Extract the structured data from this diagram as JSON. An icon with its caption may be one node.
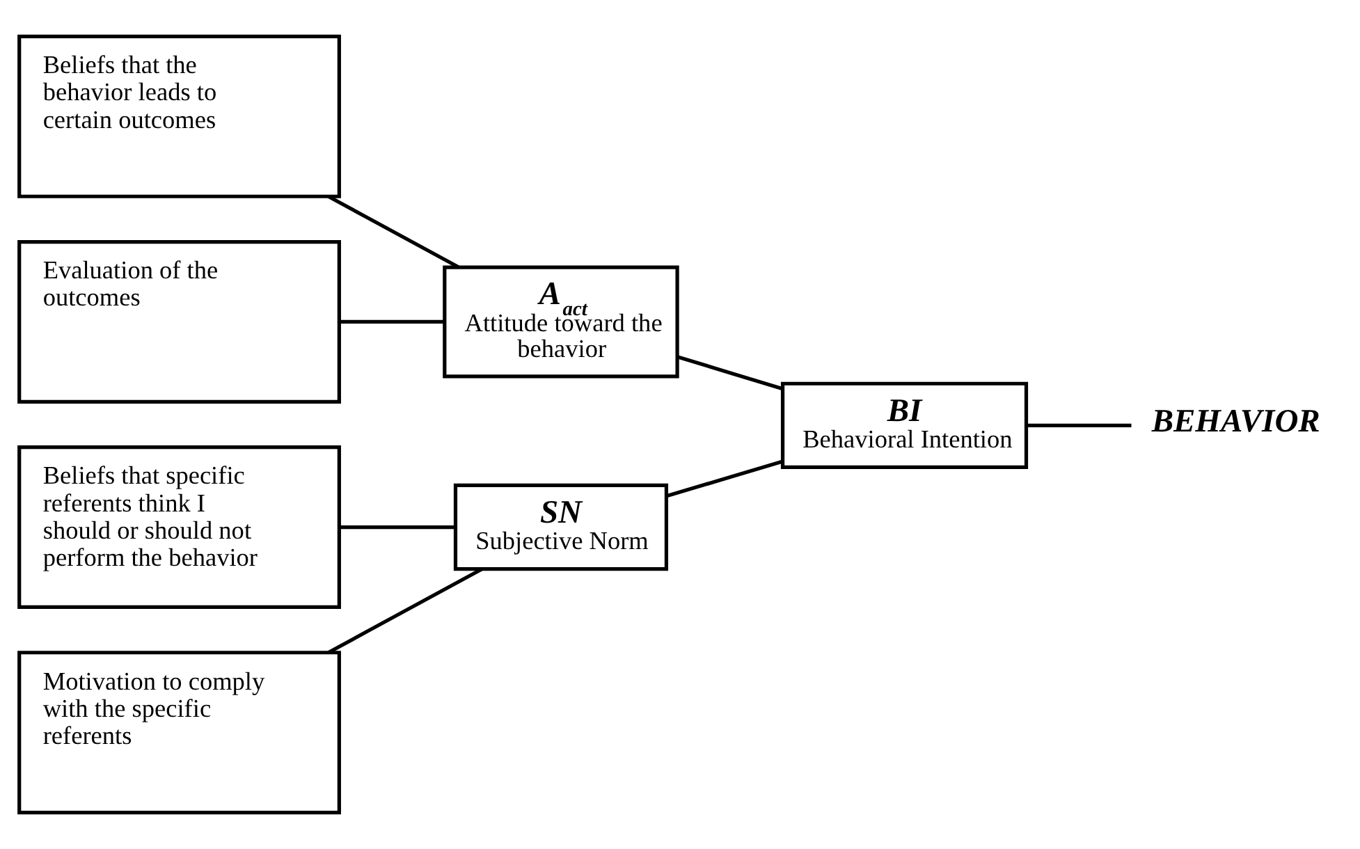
{
  "diagram": {
    "nodes": [
      {
        "text": [
          "Beliefs that the behavior leads to certain outcomes"
        ]
      },
      {
        "text": [
          "Evaluation of the outcomes"
        ]
      },
      {
        "text": [
          "Beliefs that specific referents think I should or should not perform the behavior"
        ]
      },
      {
        "text": [
          "Motivation to comply with the specific referents"
        ]
      },
      {
        "text": [
          "A$_{act}$",
          "Attitude toward the behavior"
        ]
      },
      {
        "text": [
          "SN",
          "Subjective Norm"
        ]
      },
      {
        "text": [
          "BI",
          "Behavioral Intention"
        ]
      },
      {
        "text": [
          "BEHAVIOR"
        ]
      }
    ],
    "edges": [
      {
        "from": 0,
        "to": 4,
        "arrow": "none"
      },
      {
        "from": 1,
        "to": 4,
        "arrow": "none"
      },
      {
        "from": 2,
        "to": 5,
        "arrow": "none"
      },
      {
        "from": 3,
        "to": 5,
        "arrow": "none"
      },
      {
        "from": 4,
        "to": 6,
        "arrow": "none"
      },
      {
        "from": 5,
        "to": 6,
        "arrow": "none"
      },
      {
        "from": 6,
        "to": 7,
        "arrow": "none"
      }
    ]
  }
}
